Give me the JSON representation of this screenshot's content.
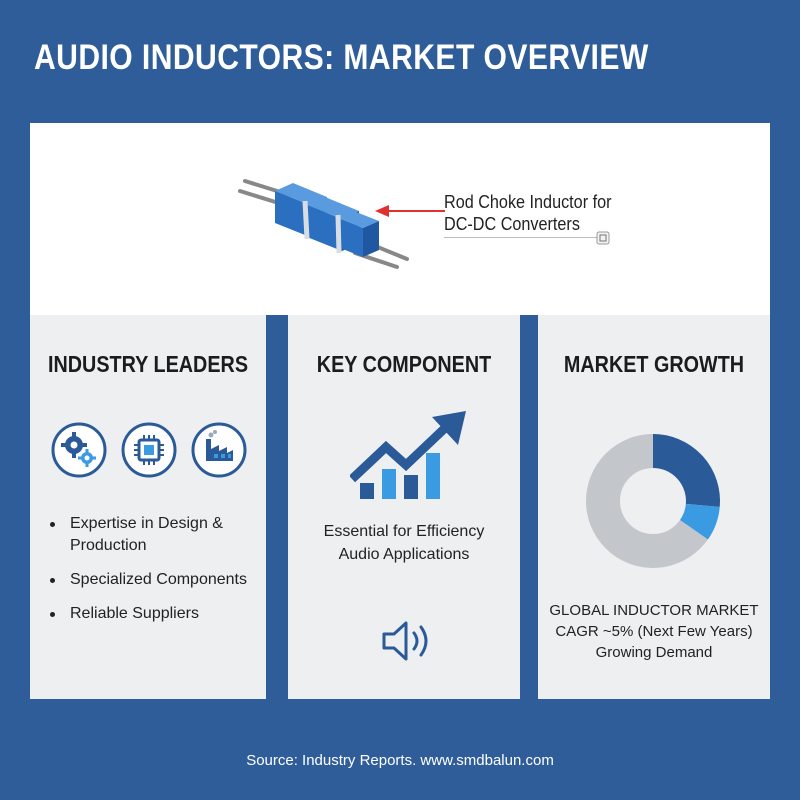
{
  "title": "AUDIO INDUCTORS: MARKET OVERVIEW",
  "hero": {
    "caption_line1": "Rod Choke Inductor for",
    "caption_line2": "DC-DC Converters"
  },
  "panels": [
    {
      "title": "INDUSTRY LEADERS",
      "icons": [
        "gears-icon",
        "chip-icon",
        "factory-icon"
      ],
      "bullets": [
        "Expertise in Design & Production",
        "Specialized Components",
        "Reliable Suppliers"
      ]
    },
    {
      "title": "KEY COMPONENT",
      "icons": [
        "growth-chart-icon",
        "speaker-icon"
      ],
      "description_line1": "Essential for Efficiency",
      "description_line2": "Audio Applications"
    },
    {
      "title": "MARKET GROWTH",
      "icons": [
        "donut-chart-icon"
      ],
      "description_line1": "GLOBAL INDUCTOR MARKET",
      "description_line2": "CAGR ~5% (Next Few Years)",
      "description_line3": "Growing Demand"
    }
  ],
  "colors": {
    "background": "#2e5d99",
    "accent_dark": "#2a5a98",
    "accent_light": "#3a9be3",
    "neutral": "#c3c7cc",
    "arrow": "#e03030"
  },
  "source": "Source: Industry Reports. www.smdbalun.com"
}
